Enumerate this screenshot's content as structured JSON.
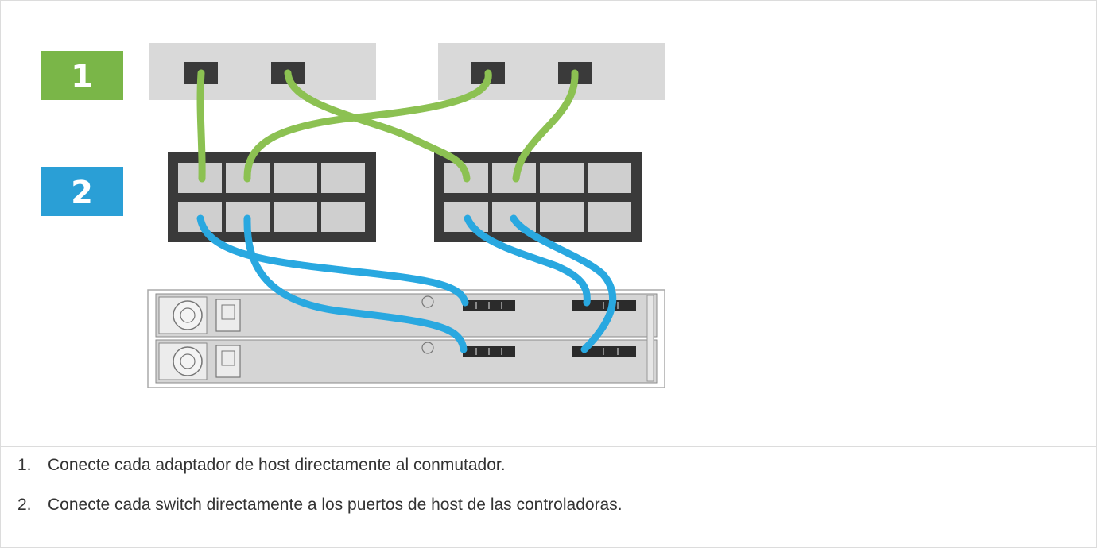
{
  "badges": [
    {
      "label": "1",
      "color": "#7ab648"
    },
    {
      "label": "2",
      "color": "#2a9fd6"
    }
  ],
  "colors": {
    "green_cable": "#8cc152",
    "green_dark": "#5e9a35",
    "blue_cable": "#29a8e0",
    "blue_dark": "#1a6fa8",
    "host_adapter": "#d9d9d9",
    "switch_frame": "#3a3a3a",
    "switch_port": "#cfcfcf",
    "controller": "#d5d5d5"
  },
  "steps": [
    {
      "number": "1.",
      "text": "Conecte cada adaptador de host directamente al conmutador."
    },
    {
      "number": "2.",
      "text": "Conecte cada switch directamente a los puertos de host de las controladoras."
    }
  ]
}
